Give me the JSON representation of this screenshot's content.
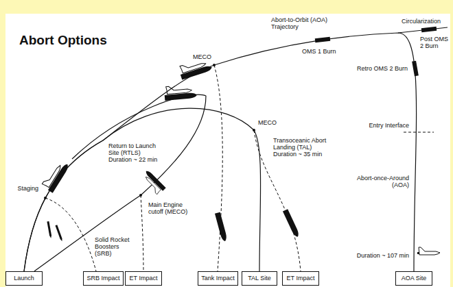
{
  "diagram": {
    "title": "Abort Options",
    "nodes": [
      {
        "text": [
          "Launch"
        ]
      },
      {
        "text": [
          "SRB Impact"
        ]
      },
      {
        "text": [
          "ET Impact"
        ]
      },
      {
        "text": [
          "Tank Impact"
        ]
      },
      {
        "text": [
          "TAL Site"
        ]
      },
      {
        "text": [
          "ET Impact"
        ]
      },
      {
        "text": [
          "AOA Site"
        ]
      }
    ],
    "edges": [
      {
        "from": 0,
        "to": 4,
        "arrow": "none"
      },
      {
        "from": 0,
        "to": 6,
        "arrow": "none"
      }
    ],
    "labels": [
      "Abort-to-Orbit (AOA) Trajectory",
      "Circularization",
      "MECO",
      "OMS 1 Burn",
      "Post OMS 2 Burn",
      "Retro OMS 2 Burn",
      "Entry Interface",
      "Return to Launch Site (RTLS) Duration ~ 22 min",
      "MECO",
      "Transoceanic Abort Landing (TAL) Duration ~ 35 min",
      "Staging",
      "Solid Rocket Boosters (SRB)",
      "Main Engine cutoff (MECO)",
      "Abort-once-Around (AOA)",
      "Duration ~ 107 min"
    ]
  }
}
